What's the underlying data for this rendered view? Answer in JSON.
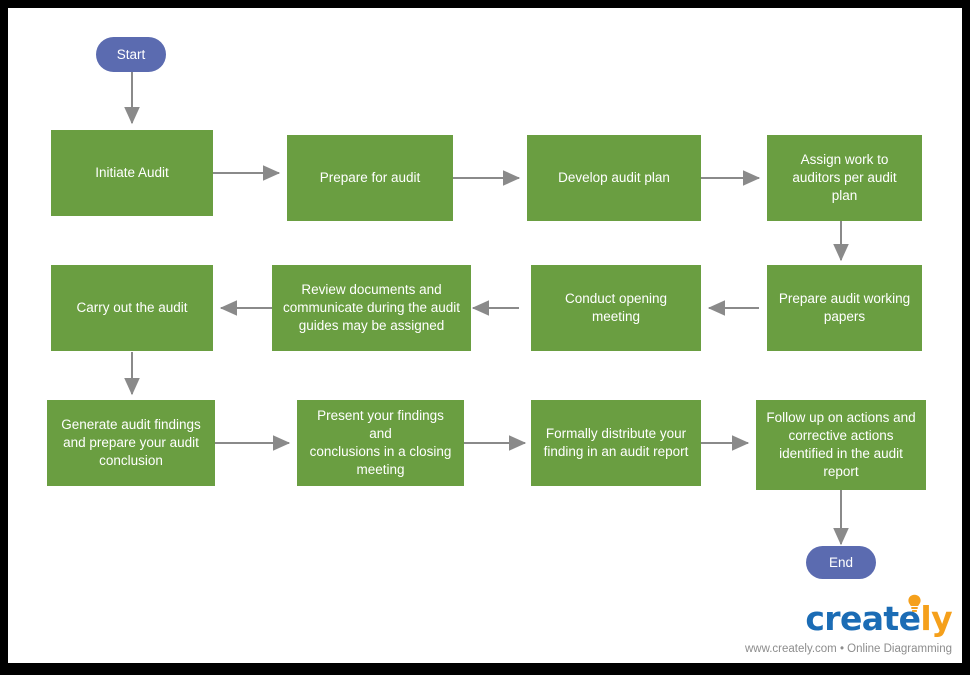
{
  "diagram": {
    "title": "Audit Process Flowchart",
    "colors": {
      "process_fill": "#6a9e41",
      "terminator_fill": "#5b6bb0",
      "connector": "#8a8a8a",
      "node_text": "#ffffff",
      "canvas": "#ffffff",
      "frame": "#000000"
    },
    "nodes": [
      {
        "id": "start",
        "type": "terminator",
        "label": "Start"
      },
      {
        "id": "n1",
        "type": "process",
        "label": "Initiate Audit"
      },
      {
        "id": "n2",
        "type": "process",
        "label": "Prepare for audit"
      },
      {
        "id": "n3",
        "type": "process",
        "label": "Develop audit plan"
      },
      {
        "id": "n4",
        "type": "process",
        "label": "Assign work to\nauditors per audit\nplan"
      },
      {
        "id": "n5",
        "type": "process",
        "label": "Prepare audit working\npapers"
      },
      {
        "id": "n6",
        "type": "process",
        "label": "Conduct opening\nmeeting"
      },
      {
        "id": "n7",
        "type": "process",
        "label": "Review documents and\ncommunicate during the audit\nguides may be assigned"
      },
      {
        "id": "n8",
        "type": "process",
        "label": "Carry out the audit"
      },
      {
        "id": "n9",
        "type": "process",
        "label": "Generate audit findings\nand prepare your audit\nconclusion"
      },
      {
        "id": "n10",
        "type": "process",
        "label": "Present your findings and\nconclusions in a closing\nmeeting"
      },
      {
        "id": "n11",
        "type": "process",
        "label": "Formally distribute your\nfinding in an audit report"
      },
      {
        "id": "n12",
        "type": "process",
        "label": "Follow up on actions and\ncorrective actions\nidentified in the audit\nreport"
      },
      {
        "id": "end",
        "type": "terminator",
        "label": "End"
      }
    ],
    "edges": [
      {
        "from": "start",
        "to": "n1",
        "direction": "down"
      },
      {
        "from": "n1",
        "to": "n2",
        "direction": "right"
      },
      {
        "from": "n2",
        "to": "n3",
        "direction": "right"
      },
      {
        "from": "n3",
        "to": "n4",
        "direction": "right"
      },
      {
        "from": "n4",
        "to": "n5",
        "direction": "down"
      },
      {
        "from": "n5",
        "to": "n6",
        "direction": "left"
      },
      {
        "from": "n6",
        "to": "n7",
        "direction": "left"
      },
      {
        "from": "n7",
        "to": "n8",
        "direction": "left"
      },
      {
        "from": "n8",
        "to": "n9",
        "direction": "down"
      },
      {
        "from": "n9",
        "to": "n10",
        "direction": "right"
      },
      {
        "from": "n10",
        "to": "n11",
        "direction": "right"
      },
      {
        "from": "n11",
        "to": "n12",
        "direction": "right"
      },
      {
        "from": "n12",
        "to": "end",
        "direction": "down"
      }
    ]
  },
  "brand": {
    "name_part_1": "creat",
    "name_part_2": "e",
    "name_part_3": "ly",
    "tagline": "www.creately.com • Online Diagramming",
    "logo_blue": "#1b6cb5",
    "logo_orange": "#f5a01b"
  }
}
